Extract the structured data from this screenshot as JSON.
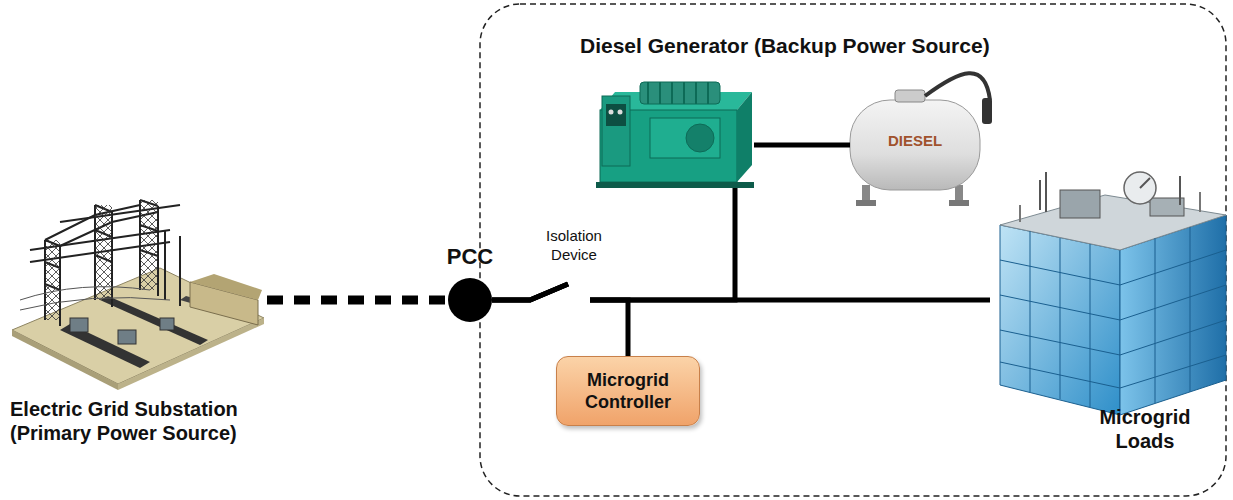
{
  "diagram": {
    "nodes": [
      {
        "text": [
          "Electric Grid Substation (Primary Power Source)"
        ]
      },
      {
        "text": [
          "PCC"
        ]
      },
      {
        "text": [
          "Diesel Generator (Backup Power Source)"
        ]
      },
      {
        "text": [
          "DIESEL"
        ]
      },
      {
        "text": [
          "Microgrid Controller"
        ]
      },
      {
        "text": [
          "Microgrid Loads"
        ]
      }
    ],
    "edges": [
      {
        "from": 0,
        "to": 1,
        "arrow": "none"
      },
      {
        "from": 2,
        "to": 3,
        "arrow": "none"
      },
      {
        "from": 1,
        "to": 4,
        "arrow": "none"
      },
      {
        "from": 1,
        "to": 2,
        "arrow": "none"
      },
      {
        "from": 1,
        "to": 5,
        "arrow": "none"
      }
    ],
    "labels": [
      "Isolation Device"
    ]
  }
}
